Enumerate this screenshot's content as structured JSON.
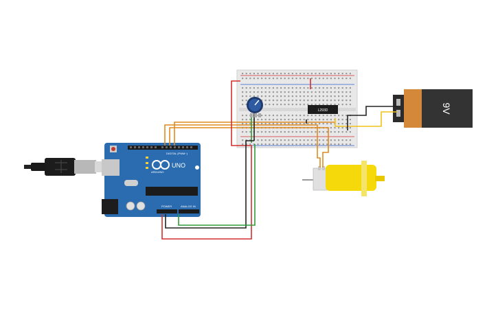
{
  "arduino": {
    "logo_text": "UNO",
    "brand_text": "ARDUINO",
    "digital_header": "DIGITAL (PWM~)",
    "power_header": "POWER",
    "analog_header": "ANALOG IN"
  },
  "driver_chip": {
    "label": "L293D"
  },
  "battery": {
    "label": "9V"
  },
  "colors": {
    "wire_red": "#d32f2f",
    "wire_black": "#222222",
    "wire_green": "#2e9b3a",
    "wire_orange": "#e08a1e",
    "wire_yellow": "#f2c21a",
    "arduino_board": "#2b6cb0",
    "motor_body": "#f5d90a",
    "battery_top": "#d4883a",
    "battery_body": "#333333"
  }
}
